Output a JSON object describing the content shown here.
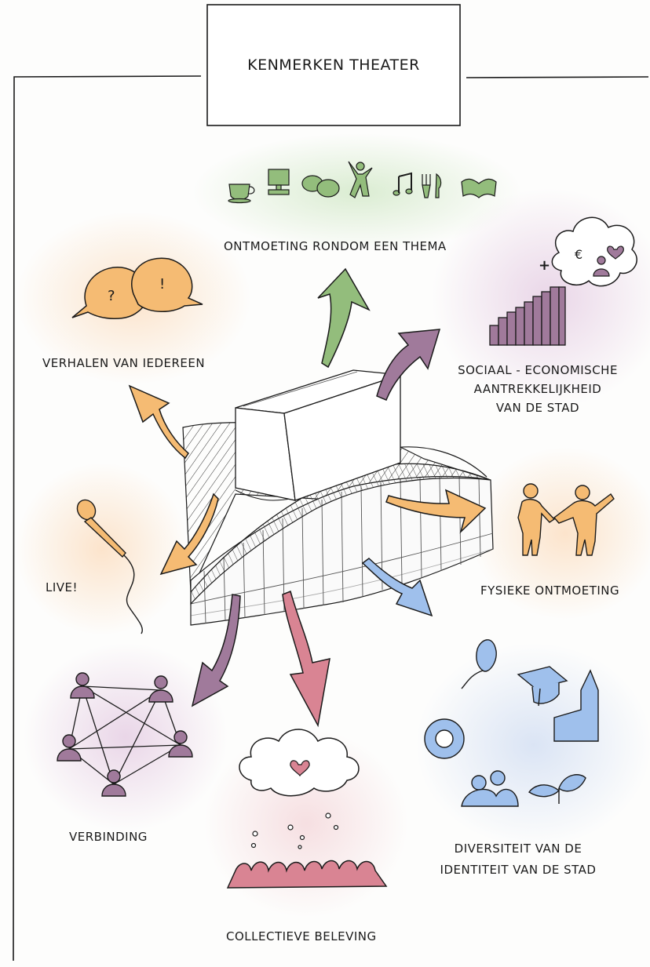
{
  "title": "KENMERKEN THEATER",
  "features": {
    "meeting_theme": "ONTMOETING RONDOM EEN THEMA",
    "stories": "VERHALEN VAN IEDEREEN",
    "socio_economic": [
      "SOCIAAL - ECONOMISCHE",
      "AANTREKKELIJKHEID",
      "VAN DE STAD"
    ],
    "live": "LIVE!",
    "physical_meeting": "FYSIEKE ONTMOETING",
    "connection": "VERBINDING",
    "diversity": [
      "DIVERSITEIT VAN DE",
      "IDENTITEIT VAN DE STAD"
    ],
    "collective": "COLLECTIEVE BELEVING"
  },
  "icon_text": {
    "question": "?",
    "exclaim": "!",
    "plus": "+",
    "euro": "€"
  },
  "colors": {
    "green": "#93bd7c",
    "purple": "#a07a9b",
    "orange": "#f5bb73",
    "blue": "#9fc0ec",
    "pink": "#d98493",
    "ink": "#1a1a1a"
  }
}
